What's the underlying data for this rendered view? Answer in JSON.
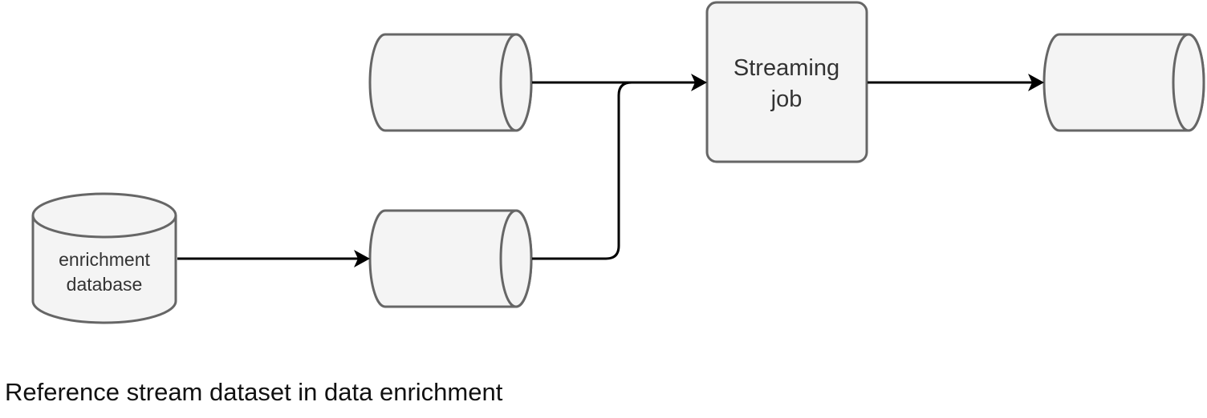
{
  "diagram": {
    "nodes": {
      "top_queue": {
        "label": ""
      },
      "lower_queue": {
        "label": ""
      },
      "output_queue": {
        "label": ""
      },
      "enrichment_database": {
        "label_line1": "enrichment",
        "label_line2": "database"
      },
      "streaming_job": {
        "label_line1": "Streaming",
        "label_line2": "job"
      }
    },
    "edges": [
      {
        "from": "enrichment_database",
        "to": "lower_queue"
      },
      {
        "from": "lower_queue",
        "to": "streaming_job"
      },
      {
        "from": "top_queue",
        "to": "streaming_job"
      },
      {
        "from": "streaming_job",
        "to": "output_queue"
      }
    ],
    "colors": {
      "shape_fill": "#f4f4f4",
      "shape_stroke": "#666666",
      "edge": "#000000",
      "node_text": "#333333"
    }
  },
  "caption": "Reference stream dataset in data enrichment"
}
